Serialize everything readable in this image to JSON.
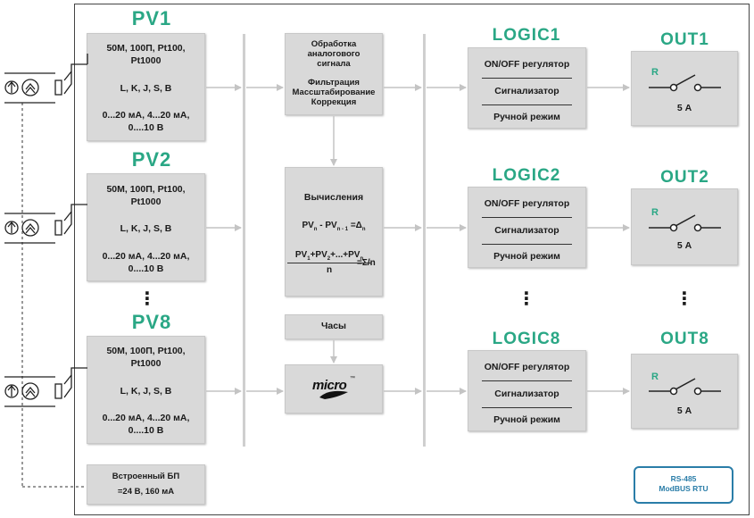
{
  "pv": [
    {
      "title": "PV1",
      "l1": "50M, 100П, Pt100,",
      "l2": "Pt1000",
      "l3": "L, K, J, S, B",
      "l4": "0...20 мА, 4...20 мА,",
      "l5": "0....10 В"
    },
    {
      "title": "PV2",
      "l1": "50M, 100П, Pt100,",
      "l2": "Pt1000",
      "l3": "L, K, J, S, B",
      "l4": "0...20 мА, 4...20 мА,",
      "l5": "0....10 В"
    },
    {
      "title": "PV8",
      "l1": "50M, 100П, Pt100,",
      "l2": "Pt1000",
      "l3": "L, K, J, S, B",
      "l4": "0...20 мА, 4...20 мА,",
      "l5": "0....10 В"
    }
  ],
  "processing": {
    "l1": "Обработка",
    "l2": "аналогового",
    "l3": "сигнала",
    "l4": "Фильтрация",
    "l5": "Масcштабирование",
    "l6": "Коррекция"
  },
  "calc": {
    "title": "Вычисления",
    "f1_a": "PV",
    "f1_sub_a": "n",
    "f1_b": " - PV",
    "f1_sub_b": "n - 1",
    "f1_c": " =Δ",
    "f1_sub_c": "n",
    "f2_num": "PV",
    "f2_num_sub1": "1",
    "f2_num_b": "+PV",
    "f2_num_sub2": "2",
    "f2_num_c": "+...+PV",
    "f2_num_sub3": "n",
    "f2_den": "n",
    "f2_res": "=Σ/n"
  },
  "clock": "Часы",
  "micro_sd": {
    "text": "micro",
    "tm": "™"
  },
  "logic": [
    {
      "title": "LOGIC1",
      "r1": "ON/OFF регулятор",
      "r2": "Сигнализатор",
      "r3": "Ручной режим"
    },
    {
      "title": "LOGIC2",
      "r1": "ON/OFF регулятор",
      "r2": "Сигнализатор",
      "r3": "Ручной режим"
    },
    {
      "title": "LOGIC8",
      "r1": "ON/OFF регулятор",
      "r2": "Сигнализатор",
      "r3": "Ручной режим"
    }
  ],
  "out": [
    {
      "title": "OUT1",
      "r": "R",
      "rating": "5 А"
    },
    {
      "title": "OUT2",
      "r": "R",
      "rating": "5 А"
    },
    {
      "title": "OUT8",
      "r": "R",
      "rating": "5 А"
    }
  ],
  "psu": {
    "l1": "Встроенный БП",
    "l2": "=24 В, 160 мА"
  },
  "rs485": {
    "l1": "RS-485",
    "l2": "ModBUS RTU"
  },
  "ellipsis": "⋮",
  "colors": {
    "accent": "#2aa785",
    "box": "#d9d9d9",
    "bar": "#cfcfcf",
    "rs": "#2a7da8"
  }
}
